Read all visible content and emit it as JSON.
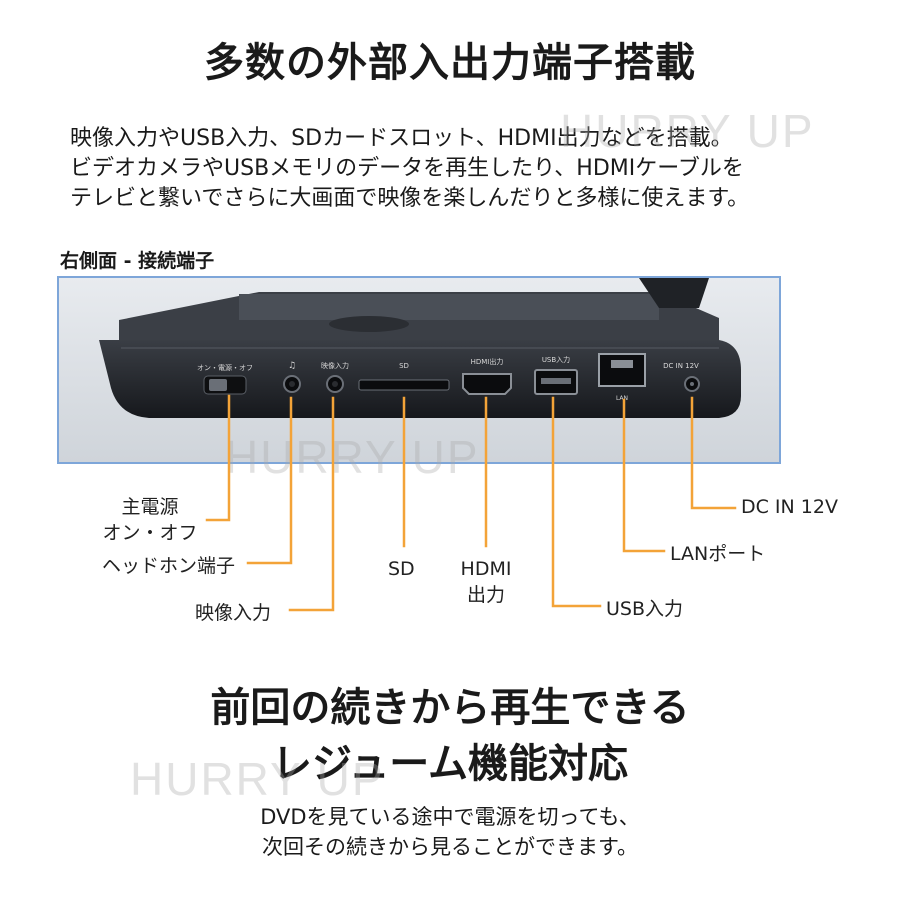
{
  "section1": {
    "title": "多数の外部入出力端子搭載",
    "paragraph": [
      "映像入力やUSB入力、SDカードスロット、HDMI出力などを搭載。",
      "ビデオカメラやUSBメモリのデータを再生したり、HDMIケーブルを",
      "テレビと繋いでさらに大画面で映像を楽しんだりと多様に使えます。"
    ],
    "caption": "右側面 - 接続端子"
  },
  "device_print": {
    "switch": "オン・電源・オフ",
    "headphone": "♫",
    "video": "映像入力",
    "sd": "SD",
    "hdmi": "HDMI出力",
    "usb": "USB入力",
    "lan": "LAN",
    "dc": "DC IN 12V"
  },
  "labels": {
    "power": [
      "主電源",
      "オン・オフ"
    ],
    "headphone": "ヘッドホン端子",
    "video_in": "映像入力",
    "sd": "SD",
    "hdmi": [
      "HDMI",
      "出力"
    ],
    "usb": "USB入力",
    "lan": "LANポート",
    "dc": "DC IN 12V"
  },
  "watermark": "HURRY UP",
  "section2": {
    "title": [
      "前回の続きから再生できる",
      "レジューム機能対応"
    ],
    "body": [
      "DVDを見ている途中で電源を切っても、",
      "次回その続きから見ることができます。"
    ]
  },
  "colors": {
    "callout_line": "#f3a338",
    "photo_border": "#7ea6d9",
    "device_body": "#23262b"
  }
}
